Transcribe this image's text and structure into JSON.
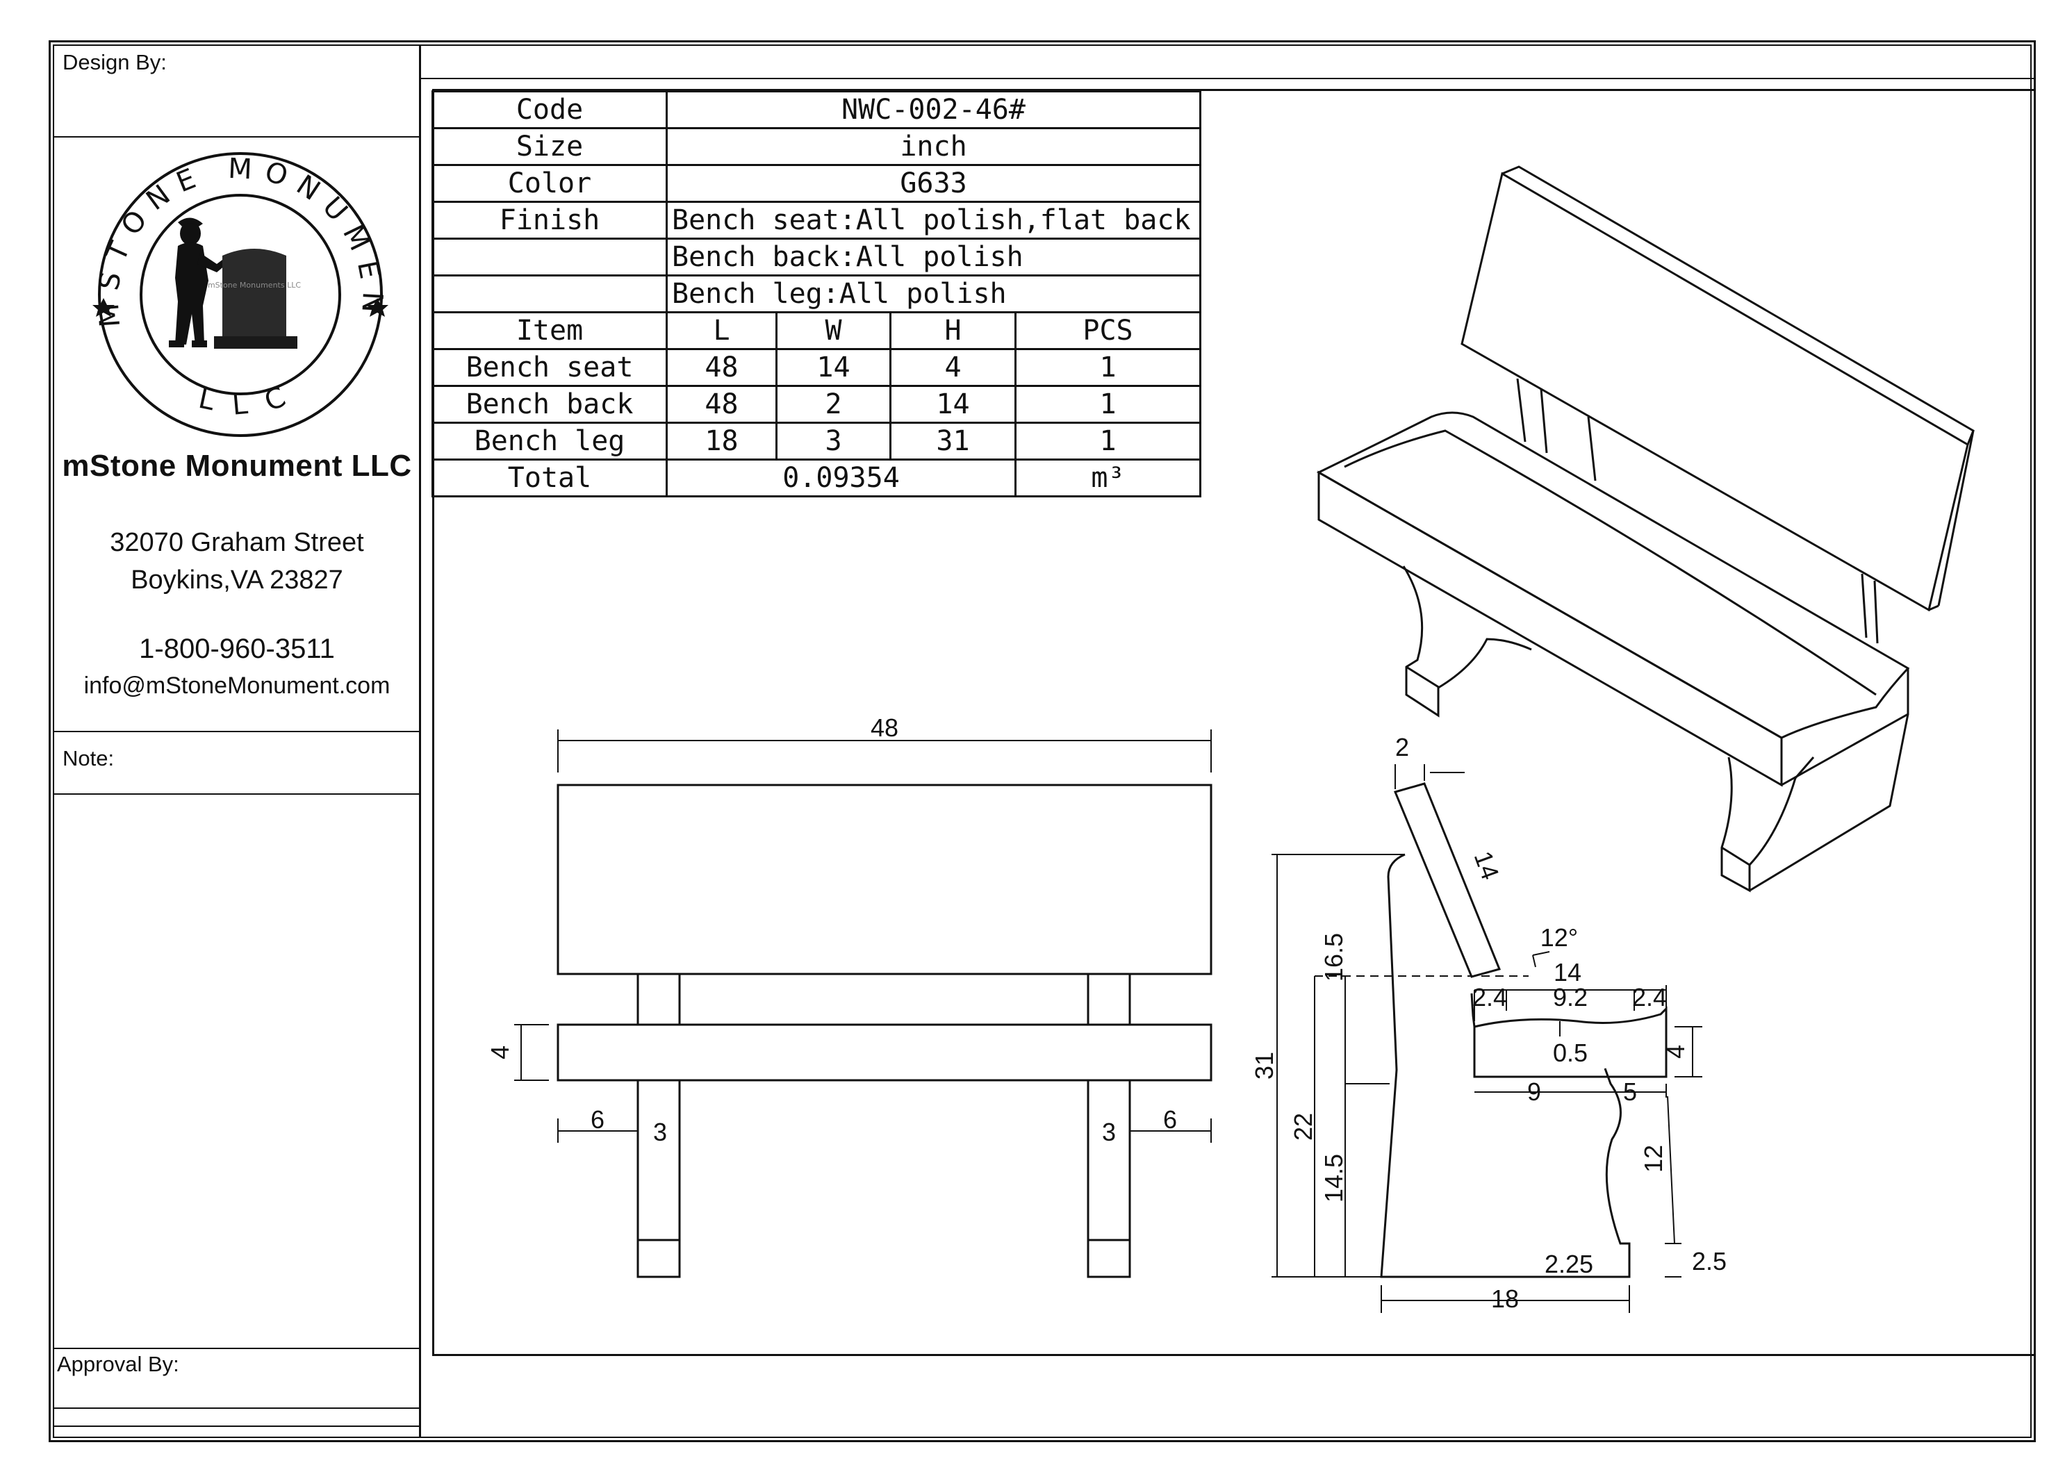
{
  "sidebar": {
    "design_by": "Design By:",
    "logo": {
      "ring_text": "MSTONE MONUMENT",
      "bottom_text": "LLC",
      "stone_text": "mStone Monuments LLC"
    },
    "company": "mStone Monument LLC",
    "address_line1": "32070 Graham Street",
    "address_line2": "Boykins,VA 23827",
    "phone": "1-800-960-3511",
    "email": "info@mStoneMonument.com",
    "note": "Note:",
    "approval_by": "Approval By:"
  },
  "spec": {
    "code_label": "Code",
    "code_value": "NWC-002-46#",
    "size_label": "Size",
    "size_value": "inch",
    "color_label": "Color",
    "color_value": "G633",
    "finish_label": "Finish",
    "finish_lines": [
      "Bench seat:All polish,flat back",
      "Bench back:All polish",
      "Bench leg:All polish"
    ],
    "headers": [
      "Item",
      "L",
      "W",
      "H",
      "PCS"
    ],
    "rows": [
      {
        "item": "Bench seat",
        "l": "48",
        "w": "14",
        "h": "4",
        "pcs": "1"
      },
      {
        "item": "Bench back",
        "l": "48",
        "w": "2",
        "h": "14",
        "pcs": "1"
      },
      {
        "item": "Bench leg",
        "l": "18",
        "w": "3",
        "h": "31",
        "pcs": "1"
      }
    ],
    "total_label": "Total",
    "total_value": "0.09354",
    "total_unit": "m³"
  },
  "front_view": {
    "width": "48",
    "seat_h": "4",
    "edge_left": "6",
    "leg_left": "3",
    "leg_right": "3",
    "edge_right": "6"
  },
  "side_view": {
    "back_w": "2",
    "back_len": "14",
    "angle": "12°",
    "depth": "14",
    "e1": "2.4",
    "mid": "9.2",
    "e2": "2.4",
    "dip": "0.5",
    "seat_h": "4",
    "front": "9",
    "rear": "5",
    "leg_curve": "12",
    "foot_h": "2.5",
    "foot_w": "2.25",
    "base": "18",
    "total_h": "31",
    "seat_top": "22",
    "back_rise": "16.5",
    "leg_h": "14.5"
  }
}
